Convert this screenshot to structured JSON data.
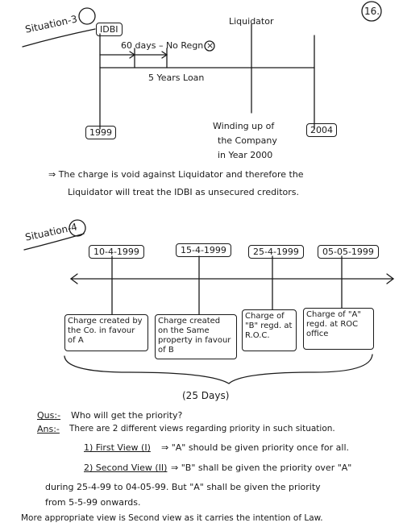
{
  "page_number": "16.",
  "situation3": {
    "title": "Situation-3",
    "lender": "IDBI",
    "liquidator": "Liquidator",
    "days_note": "60 days – No Regn",
    "loan_label": "5 Years Loan",
    "start_year": "1999",
    "end_year": "2004",
    "winding_up": [
      "Winding up of",
      "the Company",
      "in Year 2000"
    ],
    "conclusion": [
      "⇒ The charge is void against Liquidator and therefore the",
      "Liquidator will treat the IDBI as unsecured creditors."
    ]
  },
  "situation4": {
    "title": "Situation-4",
    "dates": [
      "10-4-1999",
      "15-4-1999",
      "25-4-1999",
      "05-05-1999"
    ],
    "events": [
      [
        "Charge created by",
        "the Co. in favour",
        "of A"
      ],
      [
        "Charge created",
        "on the Same",
        "property in favour",
        "of B"
      ],
      [
        "Charge of",
        "\"B\" regd. at",
        "R.O.C."
      ],
      [
        "Charge of \"A\"",
        "regd. at ROC",
        "office"
      ]
    ],
    "duration": "(25 Days)"
  },
  "qa": {
    "ques_label": "Qus:-",
    "question": "Who will get the priority?",
    "ans_label": "Ans:-",
    "answer_intro": "There are 2 different views regarding priority in such situation.",
    "view1_label": "1) First View (I)",
    "view1_text": "⇒ \"A\" should be given priority once for all.",
    "view2_label": "2) Second View (II)",
    "view2_text": "⇒ \"B\" shall be given the priority over \"A\"",
    "view2_line2": "during 25-4-99 to 04-05-99. But \"A\" shall be given the priority",
    "view2_line3": "from 5-5-99 onwards.",
    "conclusion": "More appropriate view is Second view as it carries the intention of Law."
  }
}
